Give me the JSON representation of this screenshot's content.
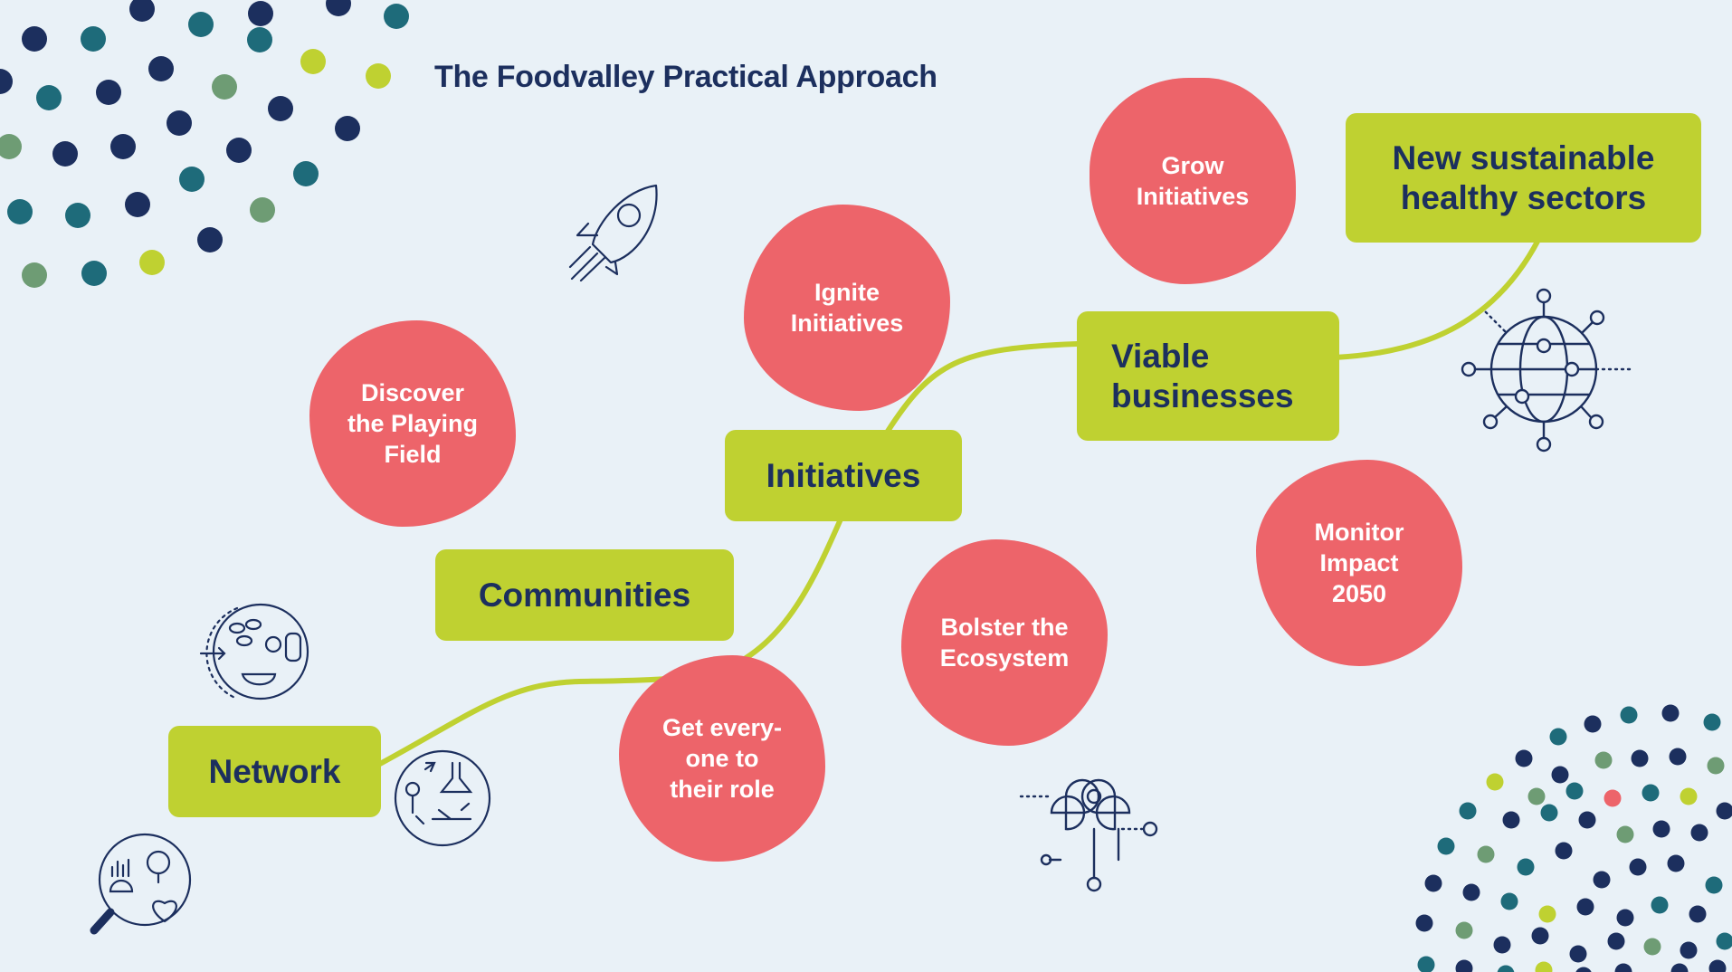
{
  "title": "The Foodvalley Practical Approach",
  "boxes": {
    "network": "Network",
    "communities": "Communities",
    "initiatives": "Initiatives",
    "viable_1": "Viable",
    "viable_2": "businesses",
    "sectors_1": "New sustainable",
    "sectors_2": "healthy sectors"
  },
  "blobs": {
    "discover": [
      "Discover",
      "the Playing",
      "Field"
    ],
    "ignite": [
      "Ignite",
      "Initiatives"
    ],
    "grow": [
      "Grow",
      "Initiatives"
    ],
    "monitor": [
      "Monitor",
      "Impact",
      "2050"
    ],
    "bolster": [
      "Bolster the",
      "Ecosystem"
    ],
    "get": [
      "Get every-",
      "one to",
      "their role"
    ]
  },
  "colors": {
    "background": "#e9f1f7",
    "navy": "#1c2f5e",
    "lime": "#bfd131",
    "coral": "#ed646a",
    "teal": "#1e6b7a",
    "sage": "#6e9c74"
  },
  "icons": [
    "rocket-icon",
    "food-lab-icon",
    "research-icon",
    "data-magnifier-icon",
    "globe-network-icon",
    "knot-network-icon"
  ]
}
